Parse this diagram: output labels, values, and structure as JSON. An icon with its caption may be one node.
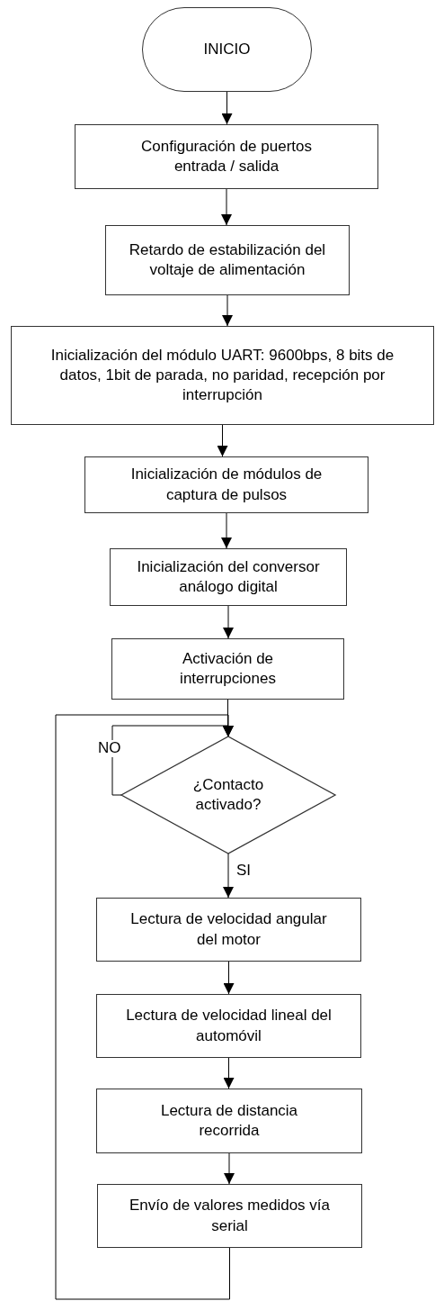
{
  "diagram": {
    "nodes": [
      {
        "text": [
          "INICIO"
        ]
      },
      {
        "text": [
          "Configuración de puertos entrada / salida"
        ]
      },
      {
        "text": [
          "Retardo de estabilización del voltaje de alimentación"
        ]
      },
      {
        "text": [
          "Inicialización del módulo UART: 9600bps, 8 bits de datos, 1bit de parada, no paridad, recepción por interrupción"
        ]
      },
      {
        "text": [
          "Inicialización de módulos de captura de pulsos"
        ]
      },
      {
        "text": [
          "Inicialización del conversor análogo digital"
        ]
      },
      {
        "text": [
          "Activación de interrupciones"
        ]
      },
      {
        "text": [
          "¿Contacto activado?"
        ]
      },
      {
        "text": [
          "Lectura de velocidad angular del motor"
        ]
      },
      {
        "text": [
          "Lectura de velocidad lineal del automóvil"
        ]
      },
      {
        "text": [
          "Lectura de distancia recorrida"
        ]
      },
      {
        "text": [
          "Envío de valores medidos vía serial"
        ]
      }
    ],
    "edges": [
      {
        "from": 0,
        "to": 1,
        "arrow": "to"
      },
      {
        "from": 1,
        "to": 2,
        "arrow": "to"
      },
      {
        "from": 2,
        "to": 3,
        "arrow": "to"
      },
      {
        "from": 3,
        "to": 4,
        "arrow": "to"
      },
      {
        "from": 4,
        "to": 5,
        "arrow": "to"
      },
      {
        "from": 5,
        "to": 6,
        "arrow": "to"
      },
      {
        "from": 6,
        "to": 7,
        "arrow": "to"
      },
      {
        "from": 7,
        "to": 7,
        "label": "NO",
        "arrow": "to"
      },
      {
        "from": 7,
        "to": 8,
        "label": "SI",
        "arrow": "to"
      },
      {
        "from": 8,
        "to": 9,
        "arrow": "to"
      },
      {
        "from": 9,
        "to": 10,
        "arrow": "to"
      },
      {
        "from": 10,
        "to": 11,
        "arrow": "to"
      },
      {
        "from": 11,
        "to": 7,
        "arrow": "to"
      }
    ]
  }
}
